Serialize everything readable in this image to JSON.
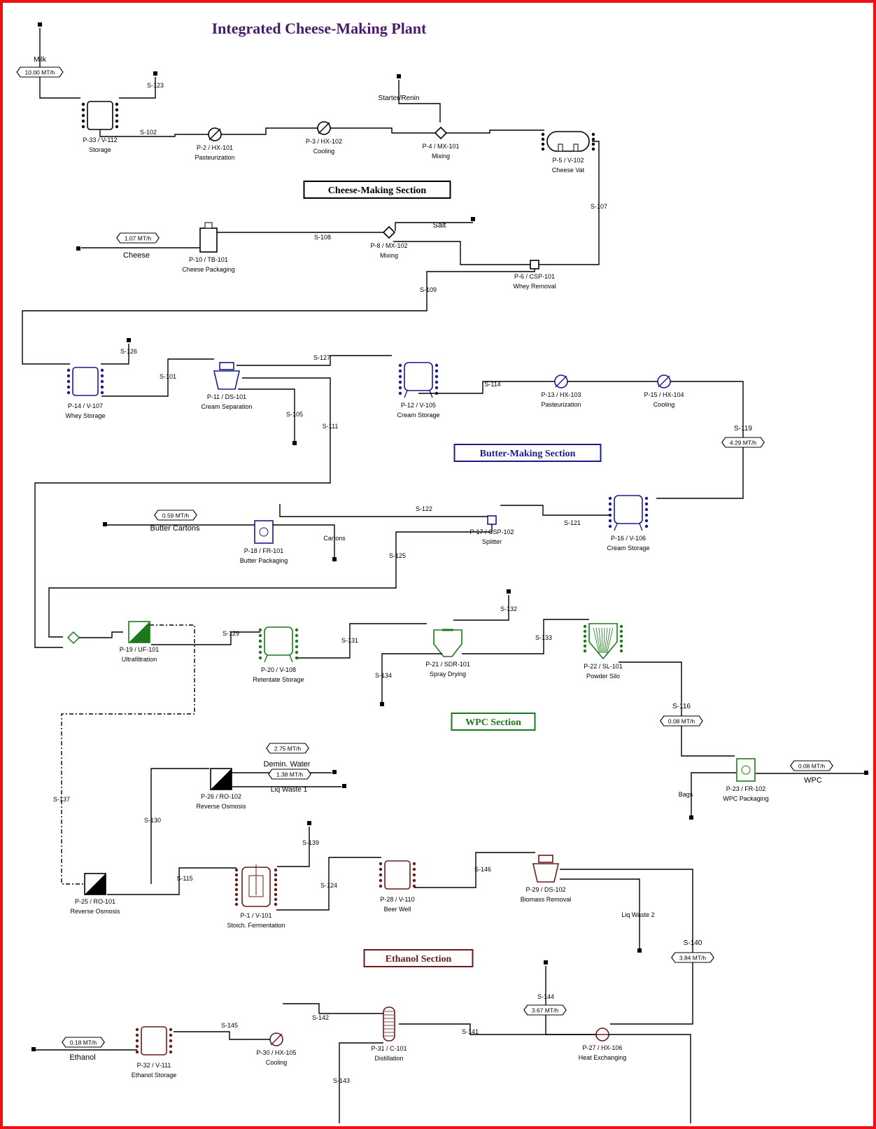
{
  "title": "Integrated Cheese-Making Plant",
  "sections": [
    {
      "label": "Cheese-Making Section",
      "color": "#000000"
    },
    {
      "label": "Butter-Making Section",
      "color": "#1a1a8c"
    },
    {
      "label": "WPC Section",
      "color": "#1a7a1a"
    },
    {
      "label": "Ethanol Section",
      "color": "#6b1a1a"
    }
  ],
  "units": [
    {
      "id": "P-33 / V-112",
      "name": "Storage",
      "type": "tank",
      "color": "#000000"
    },
    {
      "id": "P-2 / HX-101",
      "name": "Pasteurization",
      "type": "hx",
      "color": "#000000"
    },
    {
      "id": "P-3 / HX-102",
      "name": "Cooling",
      "type": "hx",
      "color": "#000000"
    },
    {
      "id": "P-4 / MX-101",
      "name": "Mixing",
      "type": "mixer",
      "color": "#000000"
    },
    {
      "id": "P-5 / V-102",
      "name": "Cheese Vat",
      "type": "vat",
      "color": "#000000"
    },
    {
      "id": "P-8 / MX-102",
      "name": "Mixing",
      "type": "mixer",
      "color": "#000000"
    },
    {
      "id": "P-10 / TB-101",
      "name": "Cheese Packaging",
      "type": "packager",
      "color": "#000000"
    },
    {
      "id": "P-6 / CSP-101",
      "name": "Whey Removal",
      "type": "splitter",
      "color": "#000000"
    },
    {
      "id": "P-14 / V-107",
      "name": "Whey Storage",
      "type": "tank",
      "color": "#1a1a8c"
    },
    {
      "id": "P-11 / DS-101",
      "name": "Cream Separation",
      "type": "centrifuge",
      "color": "#1a1a8c"
    },
    {
      "id": "P-12 / V-105",
      "name": "Cream Storage",
      "type": "tankleg",
      "color": "#1a1a8c"
    },
    {
      "id": "P-13 / HX-103",
      "name": "Pasteurization",
      "type": "hx",
      "color": "#1a1a8c"
    },
    {
      "id": "P-15 / HX-104",
      "name": "Cooling",
      "type": "hx",
      "color": "#1a1a8c"
    },
    {
      "id": "P-16 / V-106",
      "name": "Cream Storage",
      "type": "tankleg",
      "color": "#1a1a8c"
    },
    {
      "id": "P-18 / FR-101",
      "name": "Butter Packaging",
      "type": "filler",
      "color": "#1a1a8c"
    },
    {
      "id": "P-17 / CSP-102",
      "name": "Splitter",
      "type": "splitter",
      "color": "#1a1a8c"
    },
    {
      "id": "P-19 / UF-101",
      "name": "Ultrafiltration",
      "type": "membrane",
      "color": "#1a7a1a"
    },
    {
      "id": "P-20 / V-108",
      "name": "Retentate Storage",
      "type": "tankleg",
      "color": "#1a7a1a"
    },
    {
      "id": "P-21 / SDR-101",
      "name": "Spray Drying",
      "type": "dryer",
      "color": "#1a7a1a"
    },
    {
      "id": "P-22 / SL-101",
      "name": "Powder Silo",
      "type": "silo",
      "color": "#1a7a1a"
    },
    {
      "id": "P-23 / FR-102",
      "name": "WPC Packaging",
      "type": "filler",
      "color": "#1a7a1a"
    },
    {
      "id": "P-26 / RO-102",
      "name": "Reverse Osmosis",
      "type": "membrane",
      "color": "#000000"
    },
    {
      "id": "P-25 / RO-101",
      "name": "Reverse Osmosis",
      "type": "membrane",
      "color": "#000000"
    },
    {
      "id": "P-1 / V-101",
      "name": "Stoich. Fermentation",
      "type": "fermenter",
      "color": "#6b1a1a"
    },
    {
      "id": "P-28 / V-110",
      "name": "Beer Well",
      "type": "tank",
      "color": "#6b1a1a"
    },
    {
      "id": "P-29 / DS-102",
      "name": "Biomass Removal",
      "type": "centrifuge",
      "color": "#6b1a1a"
    },
    {
      "id": "P-32 / V-111",
      "name": "Ethanol Storage",
      "type": "tank",
      "color": "#6b1a1a"
    },
    {
      "id": "P-30 / HX-105",
      "name": "Cooling",
      "type": "hx",
      "color": "#6b1a1a"
    },
    {
      "id": "P-31 / C-101",
      "name": "Distillation",
      "type": "column",
      "color": "#6b1a1a"
    },
    {
      "id": "P-27 / HX-106",
      "name": "Heat Exchanging",
      "type": "hx2",
      "color": "#6b1a1a"
    }
  ],
  "streams": [
    "S-123",
    "S-102",
    "S-107",
    "S-108",
    "S-109",
    "S-126",
    "S-101",
    "S-127",
    "S-105",
    "S-111",
    "S-114",
    "S-119",
    "S-122",
    "S-121",
    "S-125",
    "S-129",
    "S-131",
    "S-132",
    "S-134",
    "S-133",
    "S-116",
    "S-137",
    "S-130",
    "S-139",
    "S-115",
    "S-124",
    "S-146",
    "S-140",
    "S-144",
    "S-145",
    "S-142",
    "S-141",
    "S-143"
  ],
  "feeds": [
    "Milk",
    "Starter/Renin",
    "Salt",
    "Cartons",
    "Bags"
  ],
  "products": [
    {
      "name": "Cheese",
      "flow": "1.07 MT/h"
    },
    {
      "name": "Butter Cartons",
      "flow": "0.59 MT/h"
    },
    {
      "name": "WPC",
      "flow": "0.08 MT/h"
    },
    {
      "name": "Demin. Water",
      "flow": "2.75 MT/h"
    },
    {
      "name": "Liq Waste 1",
      "flow": "1.38 MT/h"
    },
    {
      "name": "Liq Waste 2",
      "flow": ""
    },
    {
      "name": "Ethanol",
      "flow": "0.18 MT/h"
    }
  ],
  "flow_tags": {
    "milk": "10.00 MT/h",
    "s119": "4.29 MT/h",
    "s116": "0.08 MT/h",
    "s140": "3.84 MT/h",
    "s144": "3.67 MT/h"
  }
}
